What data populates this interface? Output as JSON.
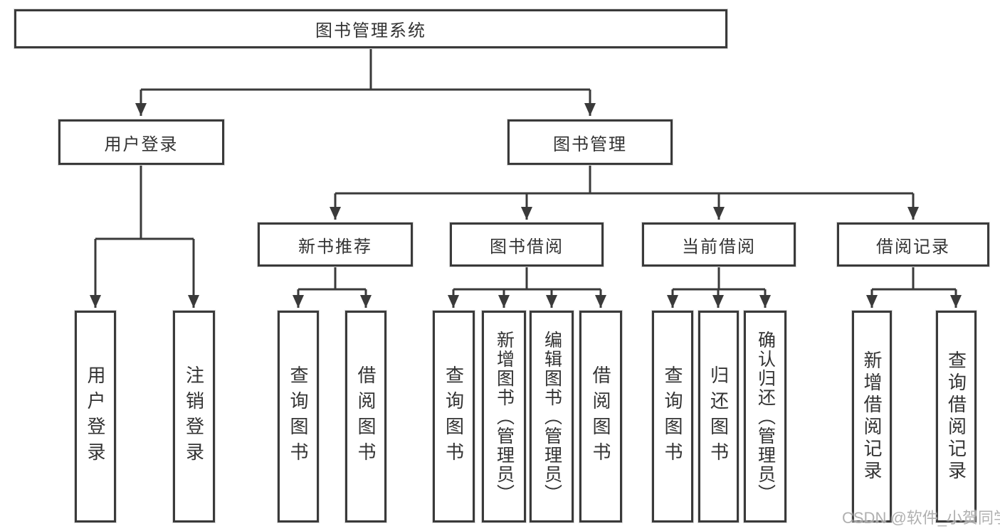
{
  "diagram_title": "图书管理系统",
  "tree": {
    "label": "图书管理系统",
    "children": [
      {
        "label": "用户登录",
        "children": [
          {
            "label": "用户登录"
          },
          {
            "label": "注销登录"
          }
        ]
      },
      {
        "label": "图书管理",
        "children": [
          {
            "label": "新书推荐",
            "children": [
              {
                "label": "查询图书"
              },
              {
                "label": "借阅图书"
              }
            ]
          },
          {
            "label": "图书借阅",
            "children": [
              {
                "label": "查询图书"
              },
              {
                "label": "新增图书（管理员）"
              },
              {
                "label": "编辑图书（管理员）"
              },
              {
                "label": "借阅图书"
              }
            ]
          },
          {
            "label": "当前借阅",
            "children": [
              {
                "label": "查询图书"
              },
              {
                "label": "归还图书"
              },
              {
                "label": "确认归还（管理员）"
              }
            ]
          },
          {
            "label": "借阅记录",
            "children": [
              {
                "label": "新增借阅记录"
              },
              {
                "label": "查询借阅记录"
              }
            ]
          }
        ]
      }
    ]
  },
  "watermark": {
    "text": "CSDN @软件_小贺同学"
  },
  "colors": {
    "line": "#3a3a3a",
    "box_border": "#3a3a3a",
    "text": "#333333",
    "background": "#ffffff",
    "watermark": "#aaaaaa"
  }
}
